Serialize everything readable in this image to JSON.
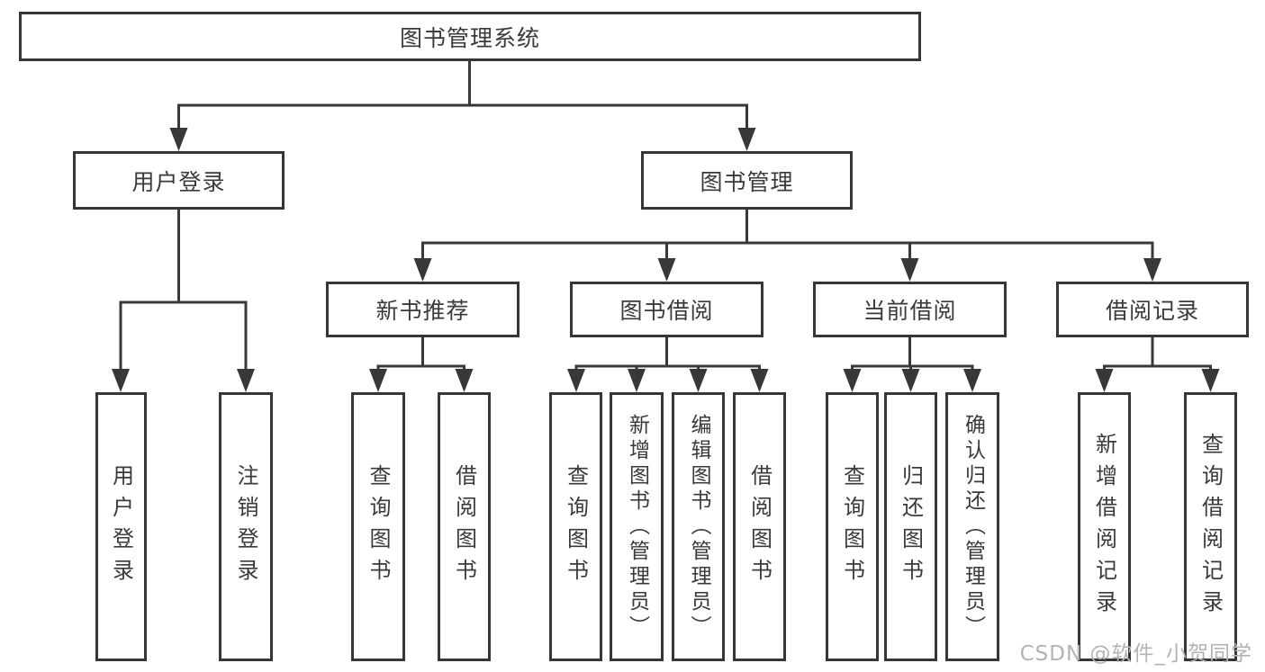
{
  "tree": {
    "root": "图书管理系统",
    "children": [
      {
        "label": "用户登录",
        "children": [
          "用户登录",
          "注销登录"
        ]
      },
      {
        "label": "图书管理",
        "children": [
          {
            "label": "新书推荐",
            "children": [
              "查询图书",
              "借阅图书"
            ]
          },
          {
            "label": "图书借阅",
            "children": [
              "查询图书",
              "新增图书（管理员）",
              "编辑图书（管理员）",
              "借阅图书"
            ]
          },
          {
            "label": "当前借阅",
            "children": [
              "查询图书",
              "归还图书",
              "确认归还（管理员）"
            ]
          },
          {
            "label": "借阅记录",
            "children": [
              "新增借阅记录",
              "查询借阅记录"
            ]
          }
        ]
      }
    ]
  },
  "watermark": {
    "text": "CSDN @软件_小贺同学"
  },
  "colors": {
    "line": "#383838",
    "border": "#363636",
    "text": "#3a3a3a",
    "watermark": "#b2b2b8",
    "background": "#ffffff"
  }
}
